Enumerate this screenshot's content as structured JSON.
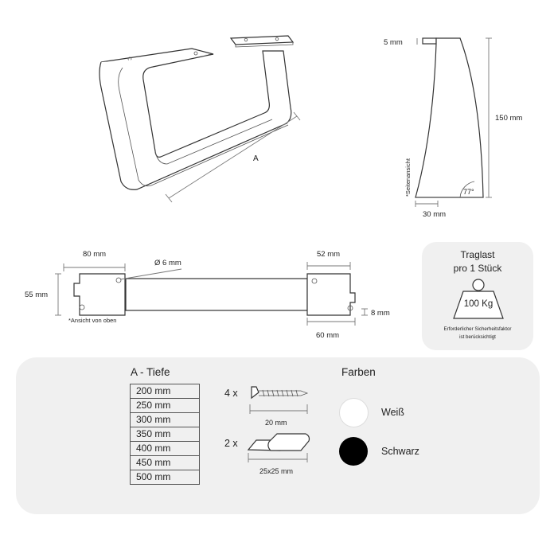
{
  "top_dims": {
    "label_a": "A",
    "thickness": "5 mm",
    "height": "150 mm",
    "side_view": "*Seitenansicht",
    "angle": "77°",
    "width_side": "30 mm"
  },
  "plan_dims": {
    "left_plate": "80 mm",
    "hole": "Ø 6 mm",
    "right_plate": "52 mm",
    "plate_depth": "55 mm",
    "bar_height": "8 mm",
    "right_bottom": "60 mm",
    "top_view": "*Ansicht von oben"
  },
  "load": {
    "title_1": "Traglast",
    "title_2": "pro 1 Stück",
    "weight": "100 Kg",
    "note_1": "Erforderlicher Sicherheitsfaktor",
    "note_2": "ist berücksichtigt"
  },
  "depth": {
    "title": "A - Tiefe",
    "rows": [
      "200 mm",
      "250 mm",
      "300 mm",
      "350 mm",
      "400 mm",
      "450 mm",
      "500 mm"
    ]
  },
  "hardware": {
    "screw_count": "4 x",
    "screw_size": "20 mm",
    "pad_count": "2 x",
    "pad_size": "25x25 mm"
  },
  "colors": {
    "title": "Farben",
    "items": [
      {
        "label": "Weiß",
        "hex": "#ffffff"
      },
      {
        "label": "Schwarz",
        "hex": "#000000"
      }
    ]
  }
}
